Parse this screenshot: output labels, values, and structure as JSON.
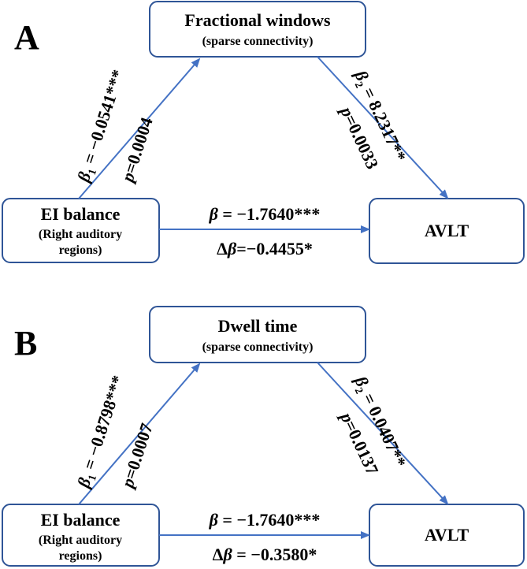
{
  "panels": [
    {
      "label": "A",
      "mediator": {
        "title": "Fractional windows",
        "subtitle": "(sparse connectivity)"
      },
      "predictor": {
        "title": "EI balance",
        "subtitle_line1": "(Right auditory",
        "subtitle_line2": "regions)"
      },
      "outcome": {
        "title": "AVLT"
      },
      "path_a": {
        "beta_sym": "β",
        "sub": "1",
        "value": " = −0.0541***",
        "p_sym": "p",
        "p_value": "=0.0004"
      },
      "path_b": {
        "beta_sym": "β",
        "sub": "2",
        "value": " = 8.2317**",
        "p_sym": "p",
        "p_value": "=0.0033"
      },
      "path_c": {
        "beta_sym": "β",
        "value": " = −1.7640***",
        "delta": "Δ",
        "delta_value": "=−0.4455*"
      }
    },
    {
      "label": "B",
      "mediator": {
        "title": "Dwell time",
        "subtitle": "(sparse connectivity)"
      },
      "predictor": {
        "title": "EI balance",
        "subtitle_line1": "(Right auditory",
        "subtitle_line2": "regions)"
      },
      "outcome": {
        "title": "AVLT"
      },
      "path_a": {
        "beta_sym": "β",
        "sub": "1",
        "value": " = −0.8798***",
        "p_sym": "p",
        "p_value": "=0.0007"
      },
      "path_b": {
        "beta_sym": "β",
        "sub": "2",
        "value": " = 0.0407**",
        "p_sym": "p",
        "p_value": "=0.0137"
      },
      "path_c": {
        "beta_sym": "β",
        "value": " = −1.7640***",
        "delta": "Δ",
        "delta_value": " = −0.3580*"
      }
    }
  ],
  "colors": {
    "box_border": "#2f5597",
    "arrow": "#4472c4",
    "text": "#000000"
  }
}
